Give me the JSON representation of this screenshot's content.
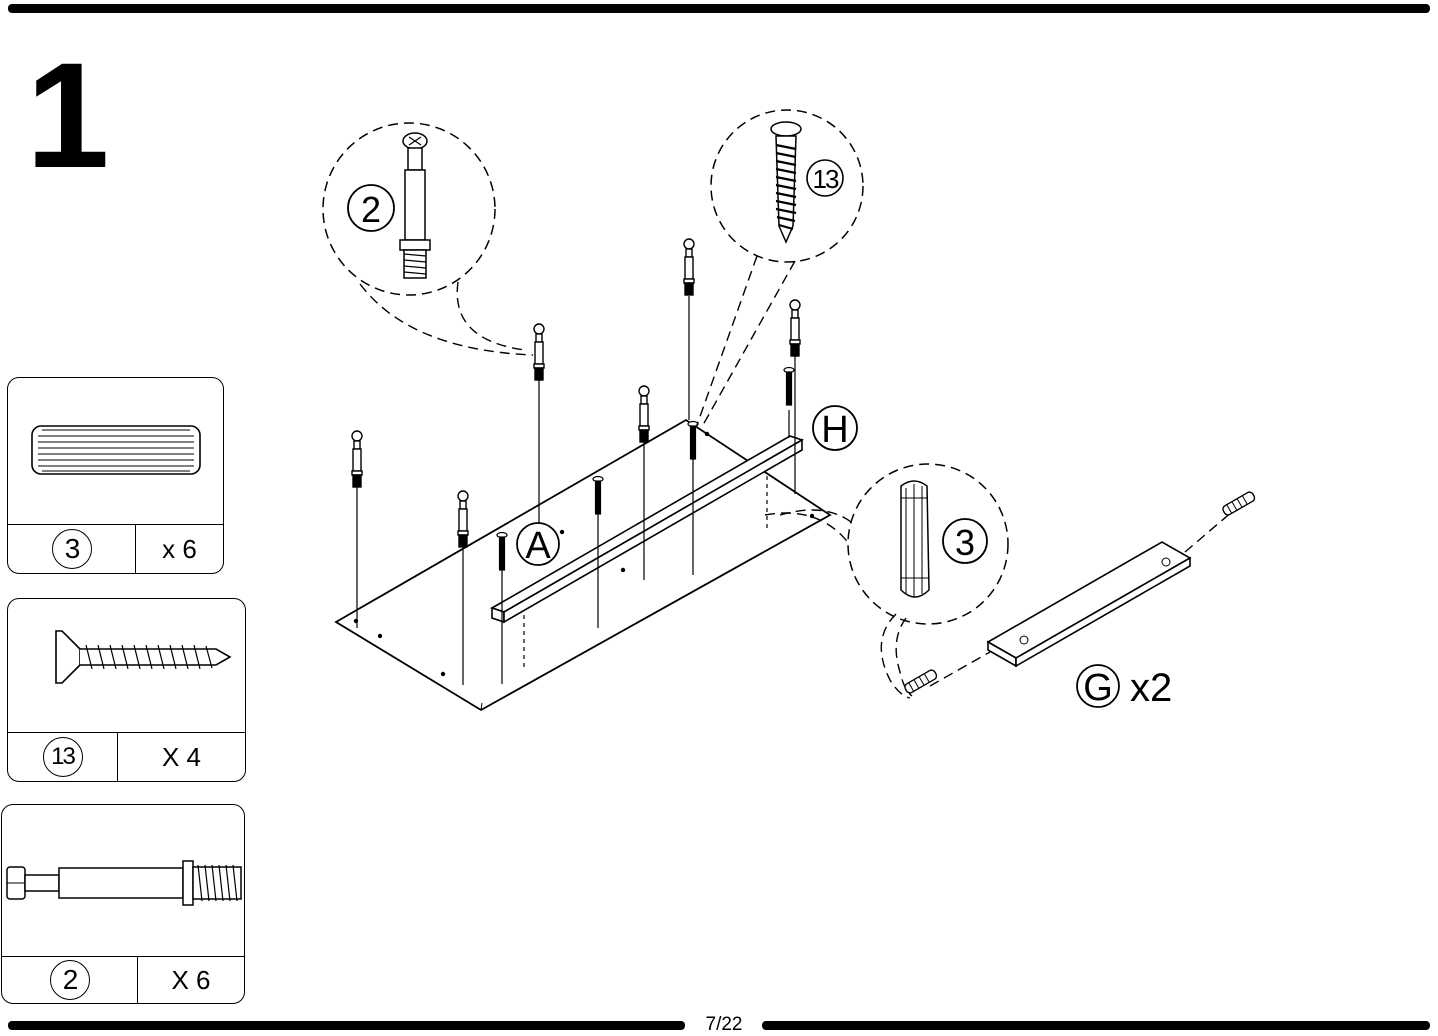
{
  "step": {
    "number": "1"
  },
  "parts": [
    {
      "id": "3",
      "qty": "x 6"
    },
    {
      "id": "13",
      "qty": "X 4"
    },
    {
      "id": "2",
      "qty": "X 6"
    }
  ],
  "callouts": {
    "cam_bolt": "2",
    "screw": "13",
    "dowel": "3",
    "panel_a": "A",
    "rail_h": "H",
    "rail_g": "G",
    "rail_g_qty": "x2"
  },
  "footer": {
    "page": "7/22"
  }
}
